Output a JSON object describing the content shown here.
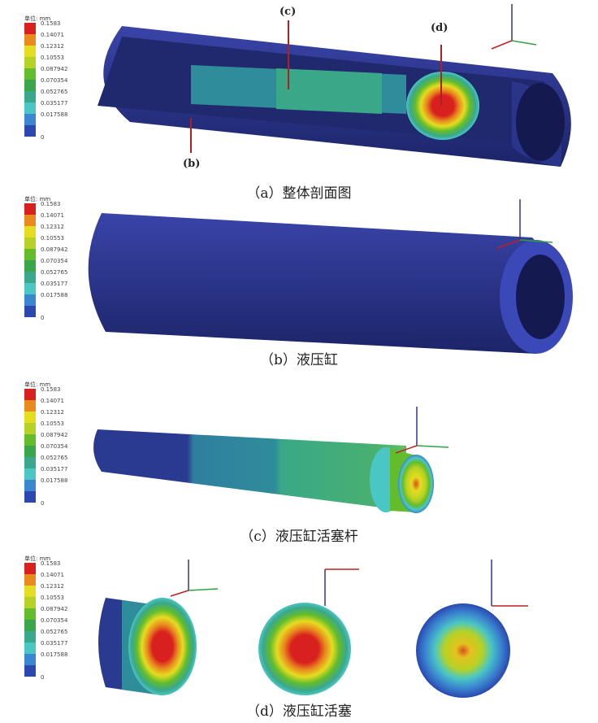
{
  "legend": {
    "title": "单位: mm",
    "values": [
      "0.1583",
      "0.14071",
      "0.12312",
      "0.10553",
      "0.087942",
      "0.070354",
      "0.052765",
      "0.035177",
      "0.017588"
    ],
    "zero": "0",
    "colors": [
      "#d8201e",
      "#e88a1e",
      "#e6dc20",
      "#b6d224",
      "#62bc2c",
      "#3aa64c",
      "#3aa88c",
      "#4ac6c4",
      "#3a86d0",
      "#2a48b0"
    ]
  },
  "panels": [
    {
      "caption": "（a）整体剖面图",
      "markers": [
        "(c)",
        "(d)",
        "(b)"
      ]
    },
    {
      "caption": "（b）液压缸"
    },
    {
      "caption": "（c）液压缸活塞杆"
    },
    {
      "caption": "（d）液压缸活塞"
    }
  ]
}
